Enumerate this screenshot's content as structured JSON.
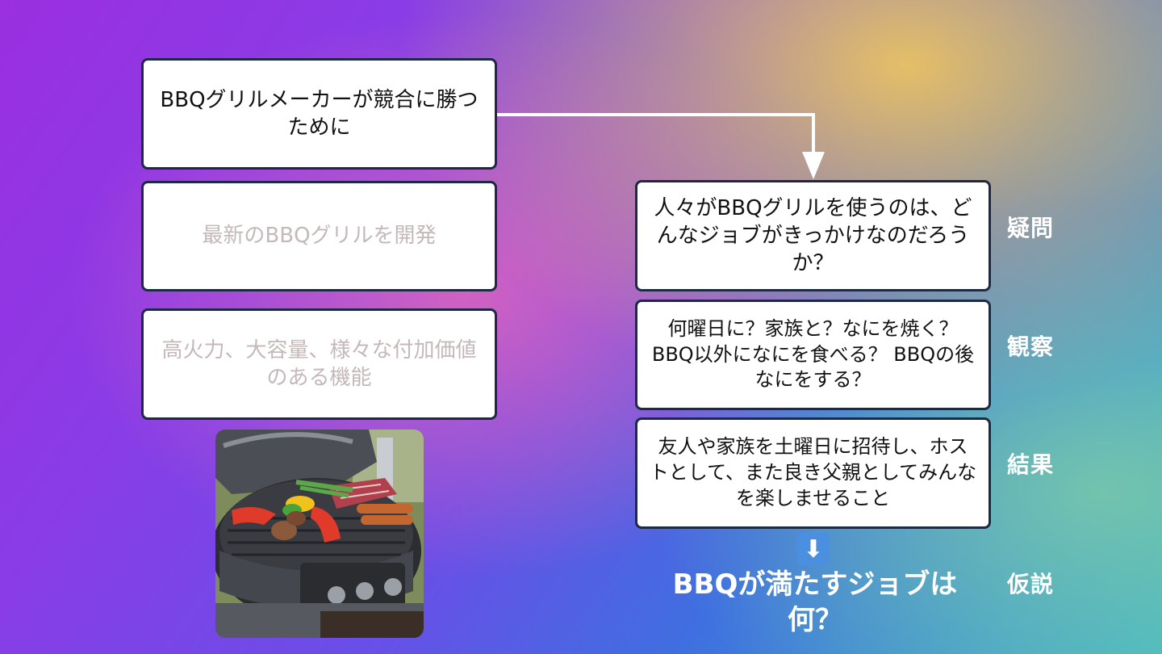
{
  "boxes": {
    "goal": "BBQグリルメーカーが競合に勝つために",
    "approach": "最新のBBQグリルを開発",
    "features": "高火力、大容量、様々な付加価値のある機能",
    "question": "人々がBBQグリルを使うのは、どんなジョブがきっかけなのだろうか？",
    "observation": "何曜日に？家族と？なにを焼く？BBQ以外になにを食べる？ BBQの後なにをする？",
    "result": "友人や家族を土曜日に招待し、ホストとして、また良き父親としてみんなを楽しませること"
  },
  "labels": {
    "question": "疑問",
    "observation": "観察",
    "result": "結果",
    "hypothesis": "仮説"
  },
  "conclusion": "BBQが満たすジョブは何？",
  "icons": {
    "arrow_down": "⬇"
  },
  "colors": {
    "box_border": "#1d2a44",
    "faded_text": "#c4b8b8"
  }
}
